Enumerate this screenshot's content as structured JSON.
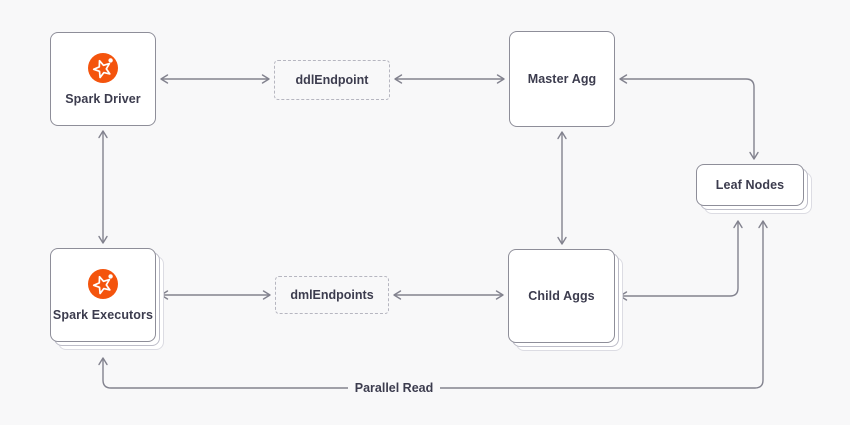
{
  "diagram": {
    "nodes": {
      "spark_driver": {
        "label": "Spark Driver",
        "icon": "spark-icon"
      },
      "spark_executors": {
        "label": "Spark Executors",
        "icon": "spark-icon"
      },
      "ddl_endpoint": {
        "label": "ddlEndpoint"
      },
      "dml_endpoints": {
        "label": "dmlEndpoints"
      },
      "master_agg": {
        "label": "Master Agg"
      },
      "child_aggs": {
        "label": "Child Aggs"
      },
      "leaf_nodes": {
        "label": "Leaf Nodes"
      }
    },
    "edges": [
      {
        "from": "spark_driver",
        "to": "ddl_endpoint",
        "bidirectional": true
      },
      {
        "from": "ddl_endpoint",
        "to": "master_agg",
        "bidirectional": true
      },
      {
        "from": "spark_driver",
        "to": "spark_executors",
        "bidirectional": true
      },
      {
        "from": "master_agg",
        "to": "child_aggs",
        "bidirectional": true
      },
      {
        "from": "master_agg",
        "to": "leaf_nodes",
        "bidirectional": true
      },
      {
        "from": "spark_executors",
        "to": "dml_endpoints",
        "bidirectional": true
      },
      {
        "from": "dml_endpoints",
        "to": "child_aggs",
        "bidirectional": true
      },
      {
        "from": "child_aggs",
        "to": "leaf_nodes",
        "bidirectional": true
      },
      {
        "from": "spark_executors",
        "to": "leaf_nodes",
        "bidirectional": true,
        "label": "Parallel Read"
      }
    ],
    "labels": {
      "parallel_read": "Parallel Read"
    },
    "colors": {
      "background": "#F8F8F9",
      "node_fill": "#FFFFFF",
      "node_border": "#8E8E99",
      "stack_border_1": "#BDBDC8",
      "stack_border_2": "#DCDCE3",
      "dashed_border": "#B6B6C0",
      "arrow": "#82828E",
      "text": "#3C3C4E",
      "spark_orange": "#F4540D"
    }
  }
}
